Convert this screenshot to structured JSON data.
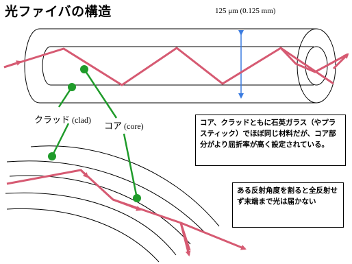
{
  "title": "光ファイバの構造",
  "dimension_label": "125 μm   (0.125 mm)",
  "labels": {
    "clad_jp": "クラッド",
    "clad_en": "(clad)",
    "core_jp": "コア",
    "core_en": "(core)"
  },
  "notes": {
    "structure": "コア、クラッドともに石英ガラス（やプラスティック）でほぼ同じ材料だが、コア部分がより屈折率が高く設定されている。",
    "bending": "ある反射角度を割ると全反射せず末端まで光は届かない"
  },
  "colors": {
    "ray": "#d65a72",
    "pointer": "#1f9b2a",
    "arrow": "#3a7be0",
    "outline": "#000000"
  }
}
